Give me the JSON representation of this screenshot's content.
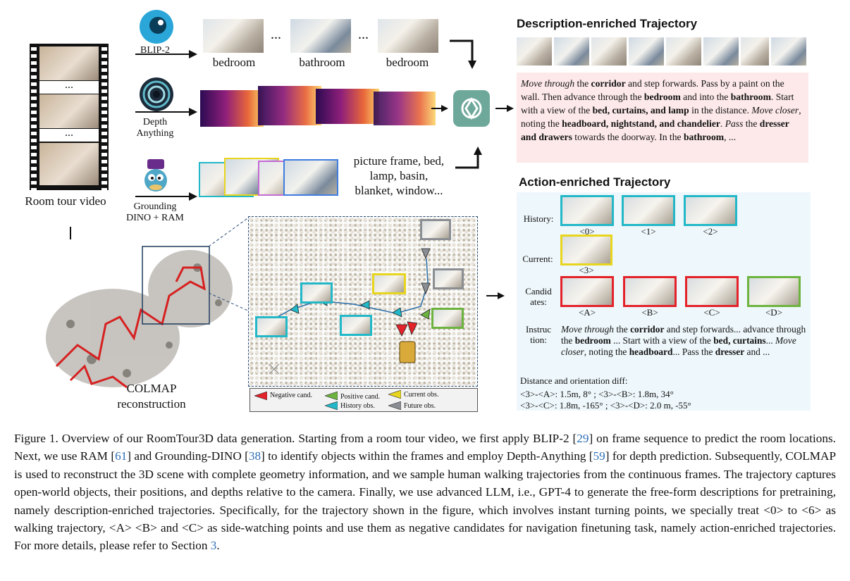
{
  "pipeline": {
    "video_label": "Room tour video",
    "film_ellipsis": "...",
    "models": [
      {
        "name": "BLIP-2"
      },
      {
        "name": "Depth\nAnything"
      },
      {
        "name": "Grounding\nDINO + RAM"
      }
    ],
    "room_labels": [
      "bedroom",
      "bathroom",
      "bedroom"
    ],
    "ellipsis": "...",
    "objects_text": "picture frame, bed,\nlamp, basin,\nblanket, window...",
    "colmap_label": "COLMAP\nreconstruction"
  },
  "legend": {
    "negative": "Negative cand.",
    "positive": "Positive cand.",
    "current": "Current obs.",
    "history": "History obs.",
    "future": "Future obs."
  },
  "description": {
    "title": "Description-enriched Trajectory",
    "text_segments": [
      {
        "t": "Move through",
        "s": "i"
      },
      {
        "t": " the ",
        "s": ""
      },
      {
        "t": "corridor",
        "s": "b"
      },
      {
        "t": " and step forwards. Pass by a paint on the wall. Then advance through the ",
        "s": ""
      },
      {
        "t": "bedroom",
        "s": "b"
      },
      {
        "t": " and into the ",
        "s": ""
      },
      {
        "t": "bathroom",
        "s": "b"
      },
      {
        "t": ". Start with a view of the ",
        "s": ""
      },
      {
        "t": "bed, curtains, and lamp",
        "s": "b"
      },
      {
        "t": " in the distance. ",
        "s": ""
      },
      {
        "t": "Move closer",
        "s": "i"
      },
      {
        "t": ", noting the ",
        "s": ""
      },
      {
        "t": "headboard, nightstand, and chandelier",
        "s": "b"
      },
      {
        "t": ". ",
        "s": ""
      },
      {
        "t": "Pass",
        "s": "i"
      },
      {
        "t": " the ",
        "s": ""
      },
      {
        "t": "dresser and drawers",
        "s": "b"
      },
      {
        "t": " towards the doorway. In the ",
        "s": ""
      },
      {
        "t": "bathroom",
        "s": "b"
      },
      {
        "t": ", ...",
        "s": ""
      }
    ]
  },
  "action": {
    "title": "Action-enriched Trajectory",
    "history_label": "History:",
    "history_ids": [
      "<0>",
      "<1>",
      "<2>"
    ],
    "current_label": "Current:",
    "current_id": "<3>",
    "candidates_label": "Candid\nates:",
    "candidate_ids": [
      "<A>",
      "<B>",
      "<C>",
      "<D>"
    ],
    "instruction_label": "Instruc\ntion:",
    "instruction_segments": [
      {
        "t": "Move through",
        "s": "i"
      },
      {
        "t": " the ",
        "s": ""
      },
      {
        "t": "corridor",
        "s": "b"
      },
      {
        "t": " and step forwards... advance through the ",
        "s": ""
      },
      {
        "t": "bedroom",
        "s": "b"
      },
      {
        "t": " ... Start with a view of the ",
        "s": ""
      },
      {
        "t": "bed, curtains",
        "s": "b"
      },
      {
        "t": "... ",
        "s": ""
      },
      {
        "t": "Move closer",
        "s": "i"
      },
      {
        "t": ", noting the ",
        "s": ""
      },
      {
        "t": "headboard",
        "s": "b"
      },
      {
        "t": "... Pass the ",
        "s": ""
      },
      {
        "t": "dresser",
        "s": "b"
      },
      {
        "t": " and ...",
        "s": ""
      }
    ],
    "distance_title": "Distance and orientation diff:",
    "distance_line1": "<3>-<A>: 1.5m, 8° ; <3>-<B>: 1.8m, 34°",
    "distance_line2": "<3>-<C>: 1.8m, -165° ; <3>-<D>: 2.0 m, -55°"
  },
  "caption_segments": [
    {
      "t": "Figure 1.  Overview of our RoomTour3D data generation.  Starting from a room tour video, we first apply BLIP-2 [",
      "c": false
    },
    {
      "t": "29",
      "c": true
    },
    {
      "t": "] on frame sequence to predict the room locations. Next, we use RAM [",
      "c": false
    },
    {
      "t": "61",
      "c": true
    },
    {
      "t": "] and Grounding-DINO [",
      "c": false
    },
    {
      "t": "38",
      "c": true
    },
    {
      "t": "] to identify objects within the frames and employ Depth-Anything [",
      "c": false
    },
    {
      "t": "59",
      "c": true
    },
    {
      "t": "] for depth prediction.  Subsequently, COLMAP is used to reconstruct the 3D scene with complete geometry information, and we sample human walking trajectories from the continuous frames.  The trajectory captures open-world objects, their positions, and depths relative to the camera. Finally, we use advanced LLM, i.e., GPT-4 to generate the free-form descriptions for pretraining, namely description-enriched trajectories.  Specifically, for the trajectory shown in the figure, which involves instant turning points, we specially treat <0> to <6> as walking trajectory, <A>  <B>  and <C> as side-watching points and use them as negative candidates for navigation finetuning task, namely action-enriched trajectories. For more details, please refer to Section ",
      "c": false
    },
    {
      "t": "3",
      "c": true
    },
    {
      "t": ".",
      "c": false
    }
  ],
  "colors": {
    "teal": "#22b8c8",
    "yellow": "#e8d51e",
    "red": "#e3222a",
    "green": "#6db33f",
    "gpt": "#6ea89a",
    "pink": "#fde9ea",
    "lightblue": "#eef7fb"
  }
}
